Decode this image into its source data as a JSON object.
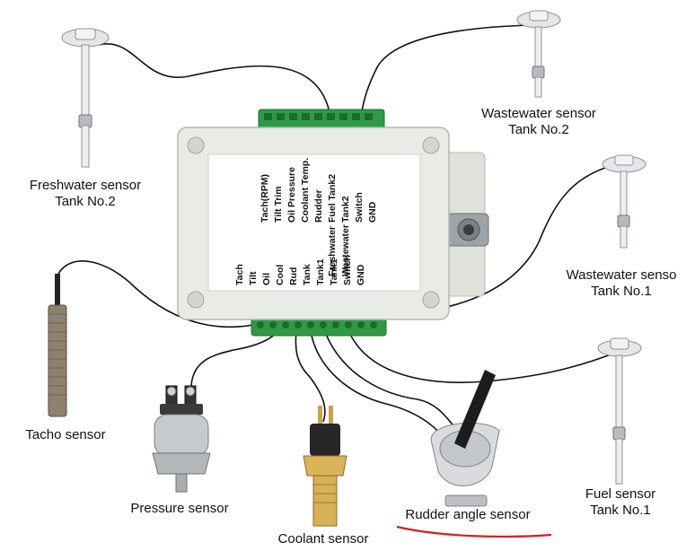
{
  "labels": {
    "freshwater_l1": "Freshwater sensor",
    "freshwater_l2": "Tank No.2",
    "waste2_l1": "Wastewater sensor",
    "waste2_l2": "Tank No.2",
    "waste1_l1": "Wastewater senso",
    "waste1_l2": "Tank No.1",
    "tacho": "Tacho sensor",
    "pressure": "Pressure sensor",
    "coolant": "Coolant sensor",
    "rudder": "Rudder angle sensor",
    "fuel_l1": "Fuel sensor",
    "fuel_l2": "Tank No.1"
  },
  "module": {
    "upper_pins": [
      "Tach(RPM)",
      "Tilt Trim",
      "Oil Pressure",
      "Coolant Temp.",
      "Rudder",
      "Fuel Tank2",
      "Tank2",
      "Switch",
      "GND"
    ],
    "upper_mid": [
      "Freshwater",
      "Wastewater"
    ],
    "lower_pins": [
      "Tach",
      "Tilt",
      "Oil",
      "Cool",
      "Rud",
      "Tank",
      "Tank1",
      "Tank1",
      "Switch",
      "GND"
    ]
  },
  "colors": {
    "housing": "#e9ebe6",
    "terminal": "#2f9a45",
    "underline": "#d62020",
    "wire": "#111111"
  }
}
